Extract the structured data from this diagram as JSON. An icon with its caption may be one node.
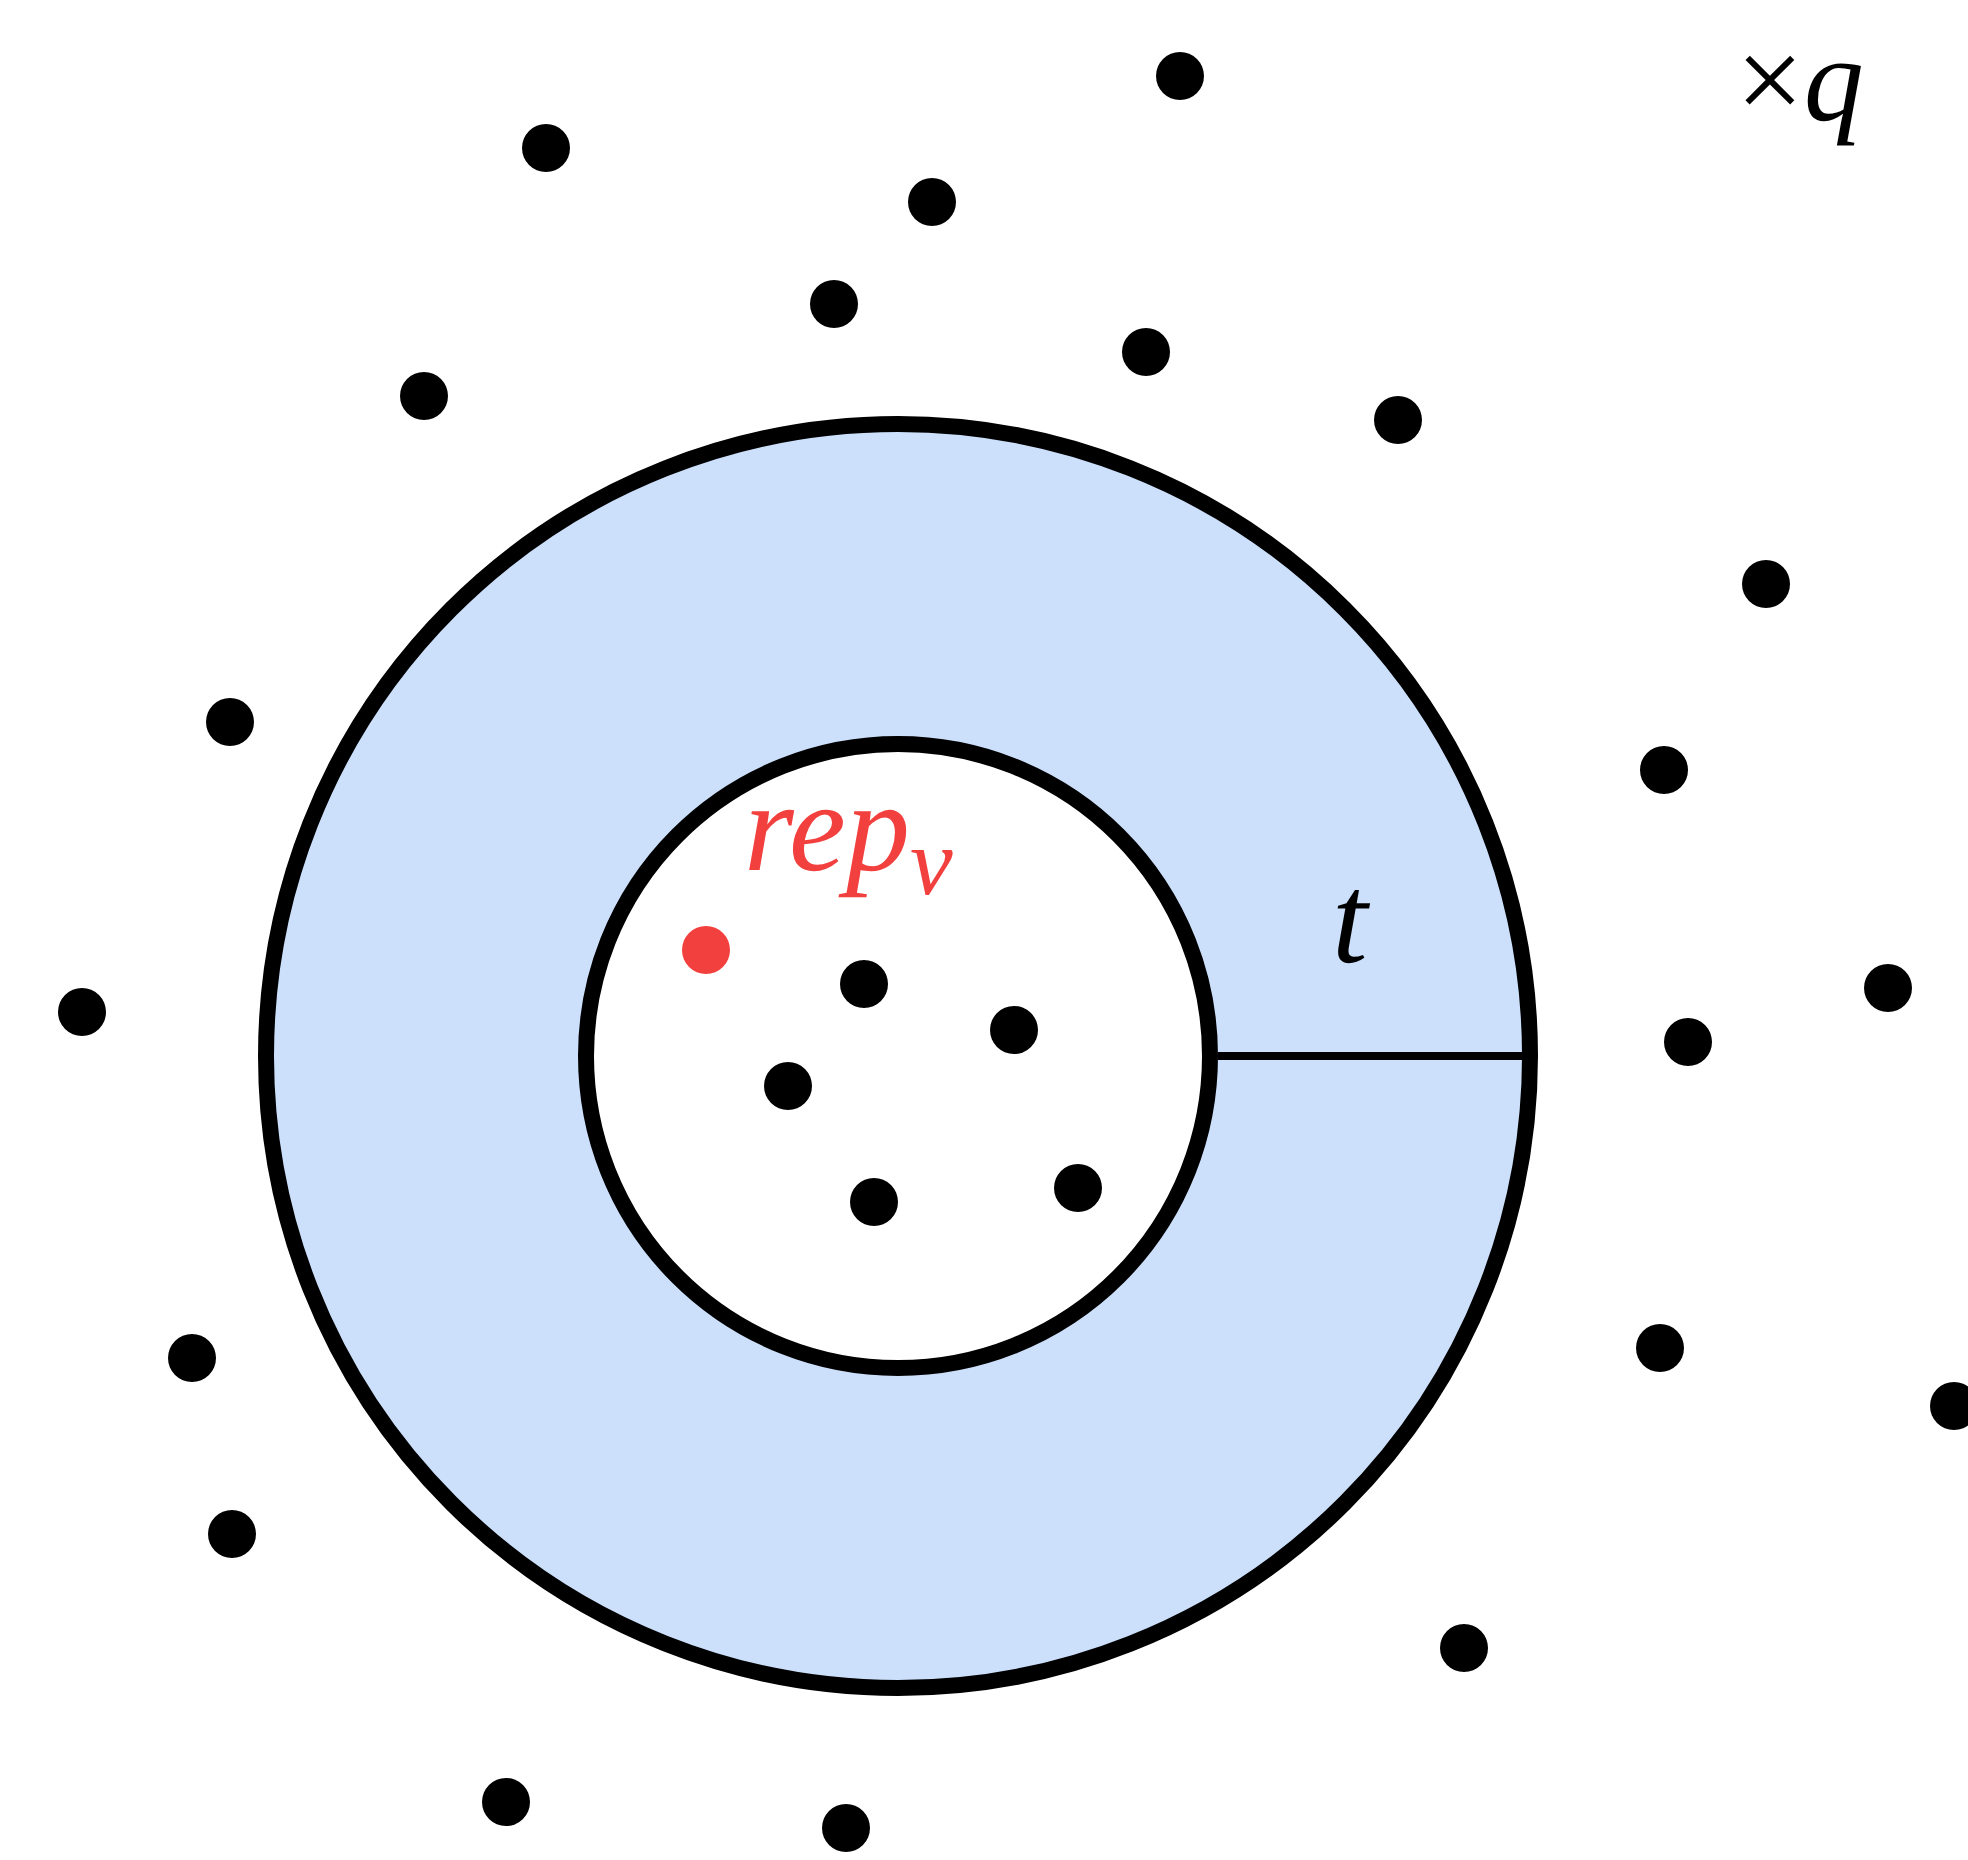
{
  "diagram": {
    "nodes": [
      {
        "text": [],
        "shape": "circle"
      },
      {
        "text": [],
        "shape": "circle",
        "in": 0
      }
    ],
    "labels": [
      "×*q*",
      "rep$_{v}$",
      "t"
    ]
  }
}
